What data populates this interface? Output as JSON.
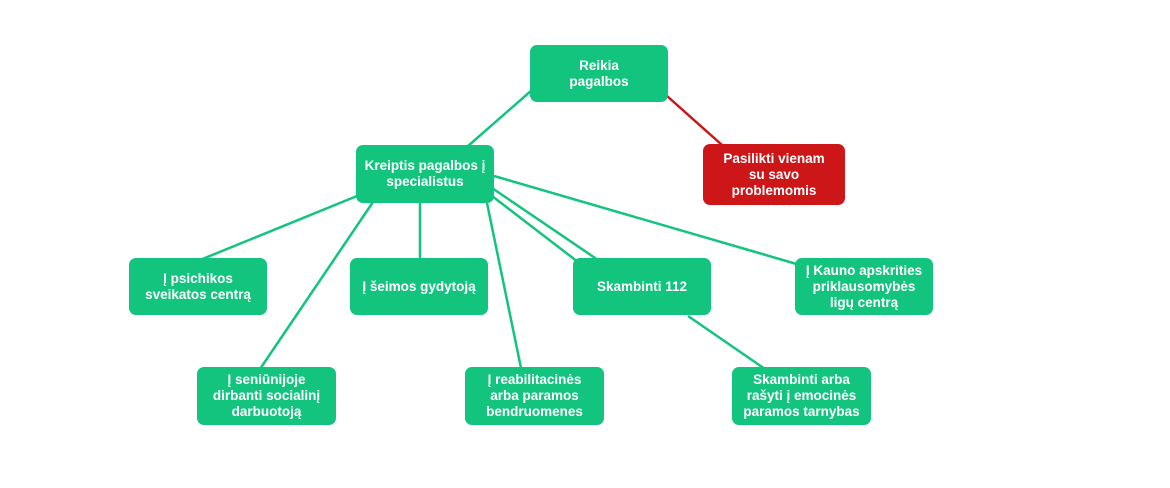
{
  "colors": {
    "node_green": "#13c47e",
    "node_red": "#cc1618",
    "edge_green": "#13c47e",
    "edge_red": "#cc1618"
  },
  "nodes": {
    "root": "Reikia\npagalbos",
    "alone": "Pasilikti vienam\nsu savo\nproblemomis",
    "specialist": "Kreiptis pagalbos į\nspecialistus",
    "mental_health": "Į psichikos\nsveikatos centrą",
    "family_doctor": "Į šeimos gydytoją",
    "call_112": "Skambinti 112",
    "addiction_center": "Į Kauno apskrities\npriklausomybės\nligų centrą",
    "social_worker": "Į seniūnijoje\ndirbanti socialinį\ndarbuotoją",
    "rehab": "Į reabilitacinės\narba paramos\nbendruomenes",
    "emotional_support": "Skambinti arba\nrašyti į emocinės\nparamos tarnybas"
  }
}
